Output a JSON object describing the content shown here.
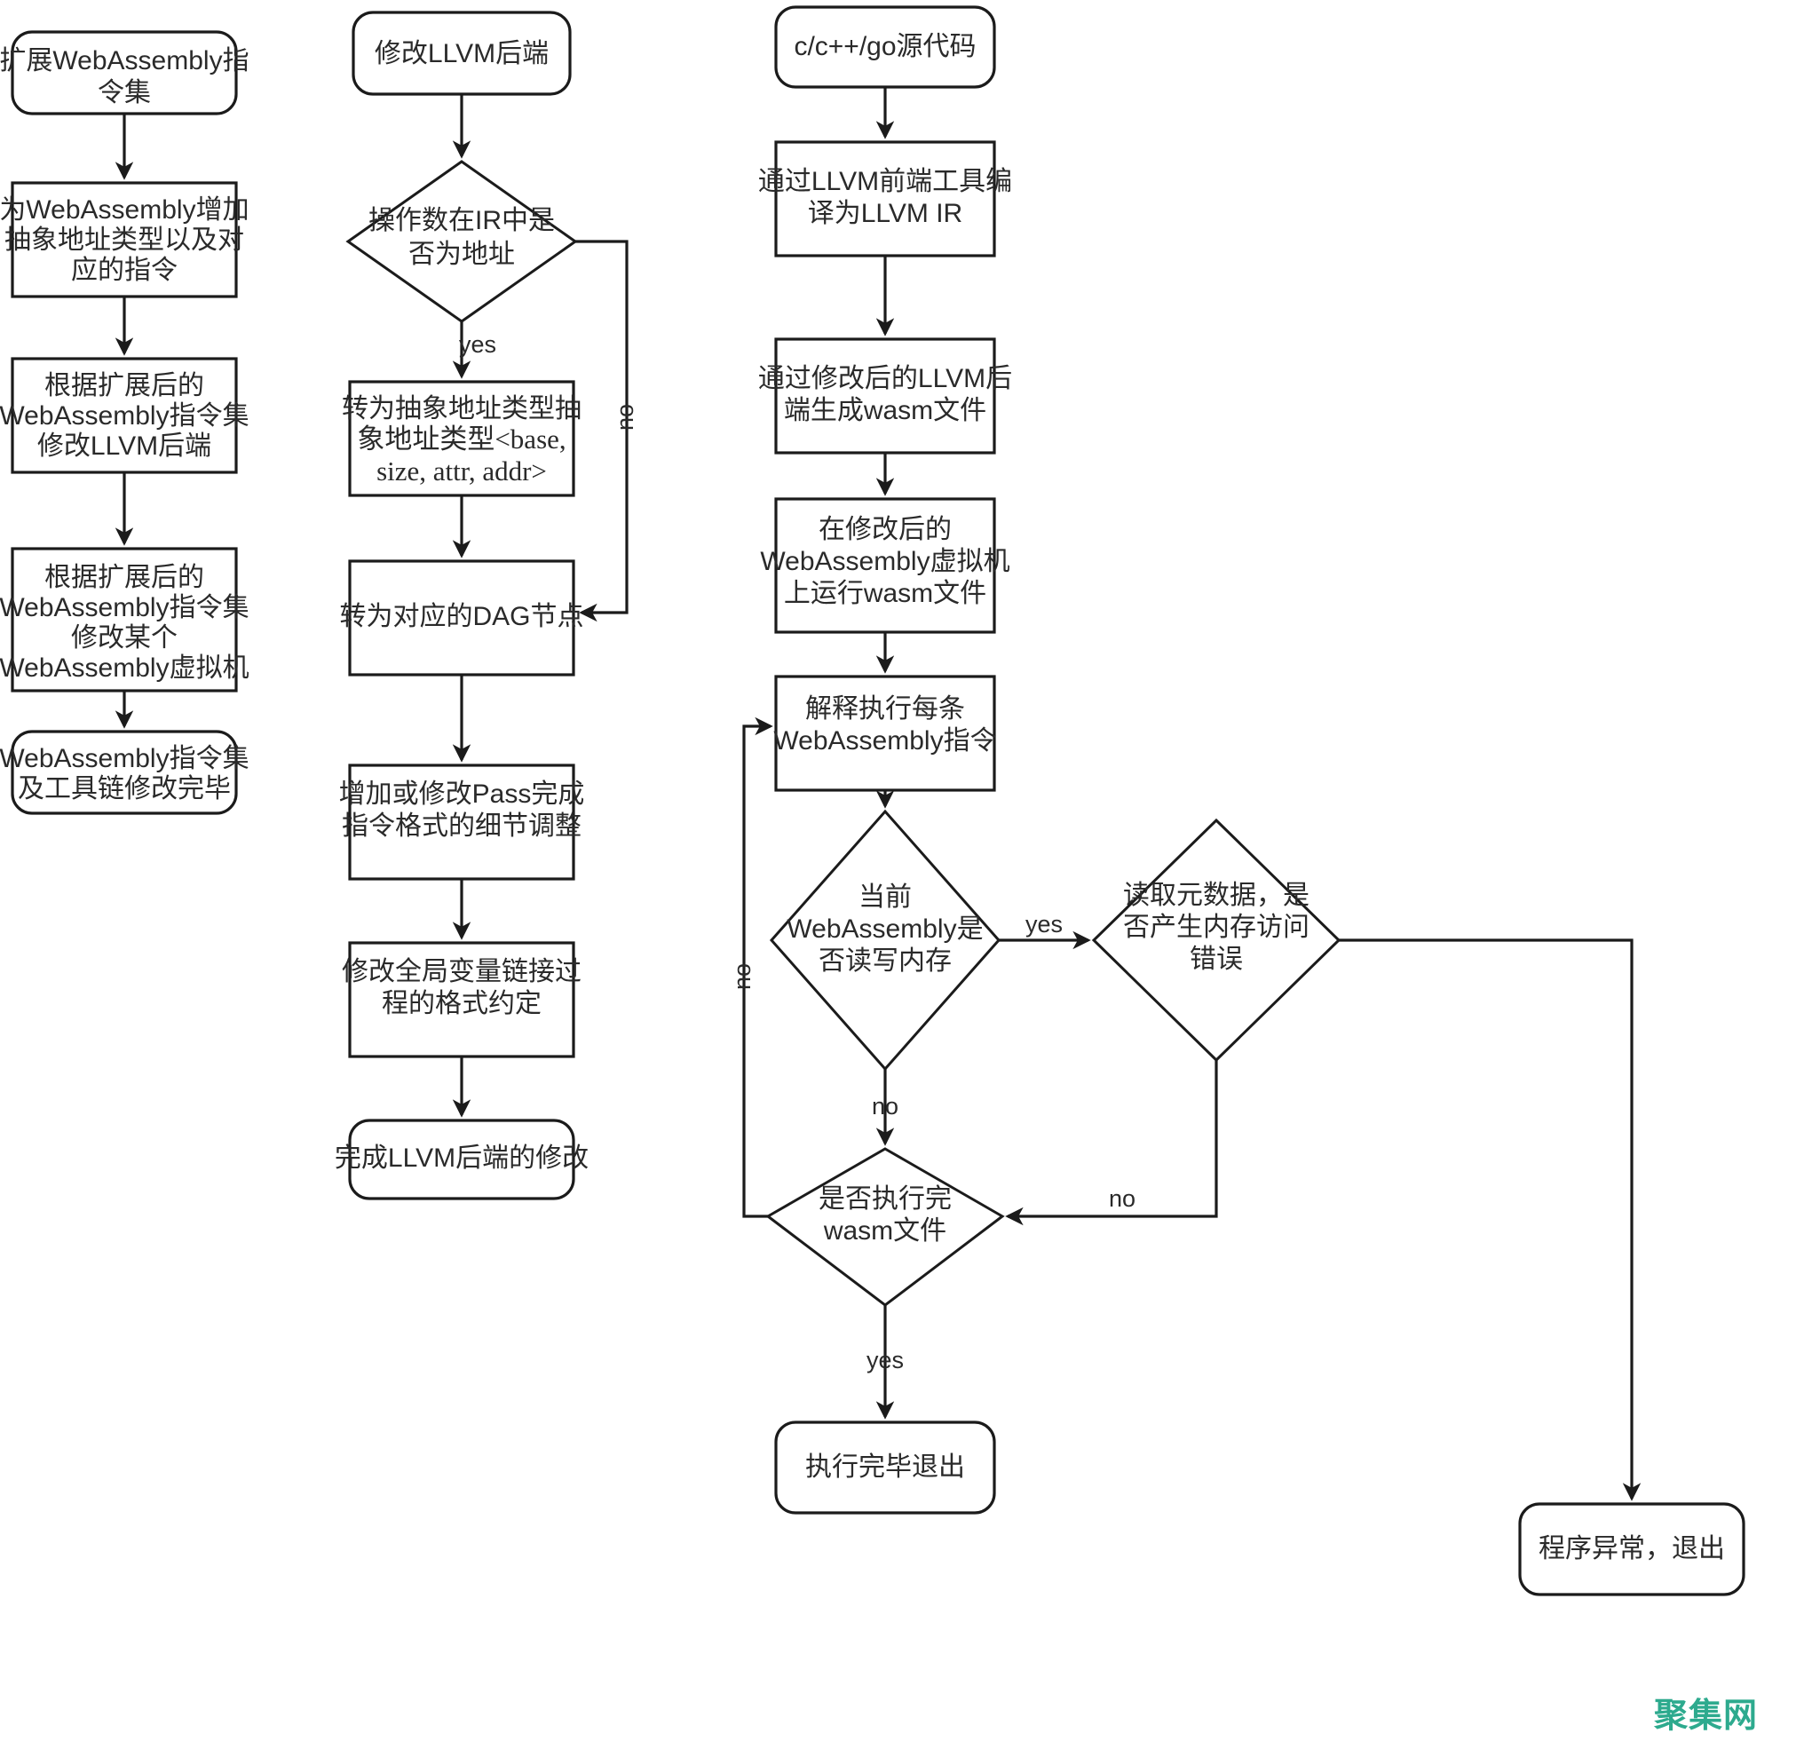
{
  "diagram": {
    "title": "WebAssembly/LLVM 扩展与执行流程图",
    "watermark": "聚集网",
    "colors": {
      "stroke": "#1b1b1b",
      "fill": "#ffffff",
      "text": "#2a2a2a",
      "watermark": "#2DAA8E"
    },
    "columns": [
      {
        "name": "column-instruction-set",
        "nodes": [
          {
            "id": "c1n1",
            "shape": "rounded",
            "lines": [
              "扩展WebAssembly指",
              "令集"
            ]
          },
          {
            "id": "c1n2",
            "shape": "rect",
            "lines": [
              "为WebAssembly增加",
              "抽象地址类型以及对",
              "应的指令"
            ]
          },
          {
            "id": "c1n3",
            "shape": "rect",
            "lines": [
              "根据扩展后的",
              "WebAssembly指令集",
              "修改LLVM后端"
            ]
          },
          {
            "id": "c1n4",
            "shape": "rect",
            "lines": [
              "根据扩展后的",
              "WebAssembly指令集",
              "修改某个",
              "WebAssembly虚拟机"
            ]
          },
          {
            "id": "c1n5",
            "shape": "rounded",
            "lines": [
              "WebAssembly指令集",
              "及工具链修改完毕"
            ]
          }
        ]
      },
      {
        "name": "column-llvm-backend",
        "nodes": [
          {
            "id": "c2n1",
            "shape": "rounded",
            "lines": [
              "修改LLVM后端"
            ]
          },
          {
            "id": "c2n2",
            "shape": "diamond",
            "lines": [
              "操作数在IR中是",
              "否为地址"
            ]
          },
          {
            "id": "c2n3",
            "shape": "rect",
            "lines": [
              "转为抽象地址类型抽",
              "象地址类型<base,",
              "size, attr, addr>"
            ]
          },
          {
            "id": "c2n4",
            "shape": "rect",
            "lines": [
              "转为对应的DAG节点"
            ]
          },
          {
            "id": "c2n5",
            "shape": "rect",
            "lines": [
              "增加或修改Pass完成",
              "指令格式的细节调整"
            ]
          },
          {
            "id": "c2n6",
            "shape": "rect",
            "lines": [
              "修改全局变量链接过",
              "程的格式约定"
            ]
          },
          {
            "id": "c2n7",
            "shape": "rounded",
            "lines": [
              "完成LLVM后端的修改"
            ]
          }
        ],
        "edge_labels": [
          {
            "id": "c2e-yes",
            "text": "yes"
          },
          {
            "id": "c2e-no",
            "text": "no"
          }
        ]
      },
      {
        "name": "column-compile-and-run",
        "nodes": [
          {
            "id": "c3n1",
            "shape": "rounded",
            "lines": [
              "c/c++/go源代码"
            ]
          },
          {
            "id": "c3n2",
            "shape": "rect",
            "lines": [
              "通过LLVM前端工具编",
              "译为LLVM IR"
            ]
          },
          {
            "id": "c3n3",
            "shape": "rect",
            "lines": [
              "通过修改后的LLVM后",
              "端生成wasm文件"
            ]
          },
          {
            "id": "c3n4",
            "shape": "rect",
            "lines": [
              "在修改后的",
              "WebAssembly虚拟机",
              "上运行wasm文件"
            ]
          },
          {
            "id": "c3n5",
            "shape": "rect",
            "lines": [
              "解释执行每条",
              "WebAssembly指令"
            ]
          },
          {
            "id": "c3n6",
            "shape": "diamond",
            "lines": [
              "当前",
              "WebAssembly是",
              "否读写内存"
            ]
          },
          {
            "id": "c3n7",
            "shape": "diamond",
            "lines": [
              "读取元数据，是",
              "否产生内存访问",
              "错误"
            ]
          },
          {
            "id": "c3n8",
            "shape": "diamond",
            "lines": [
              "是否执行完",
              "wasm文件"
            ]
          },
          {
            "id": "c3n9",
            "shape": "rounded",
            "lines": [
              "执行完毕退出"
            ]
          },
          {
            "id": "c3n10",
            "shape": "rounded",
            "lines": [
              "程序异常，退出"
            ]
          }
        ],
        "edge_labels": [
          {
            "id": "c3e-mem-yes",
            "text": "yes"
          },
          {
            "id": "c3e-mem-no",
            "text": "no"
          },
          {
            "id": "c3e-loop-no",
            "text": "no"
          },
          {
            "id": "c3e-err-no",
            "text": "no"
          },
          {
            "id": "c3e-done-yes",
            "text": "yes"
          }
        ]
      }
    ]
  }
}
